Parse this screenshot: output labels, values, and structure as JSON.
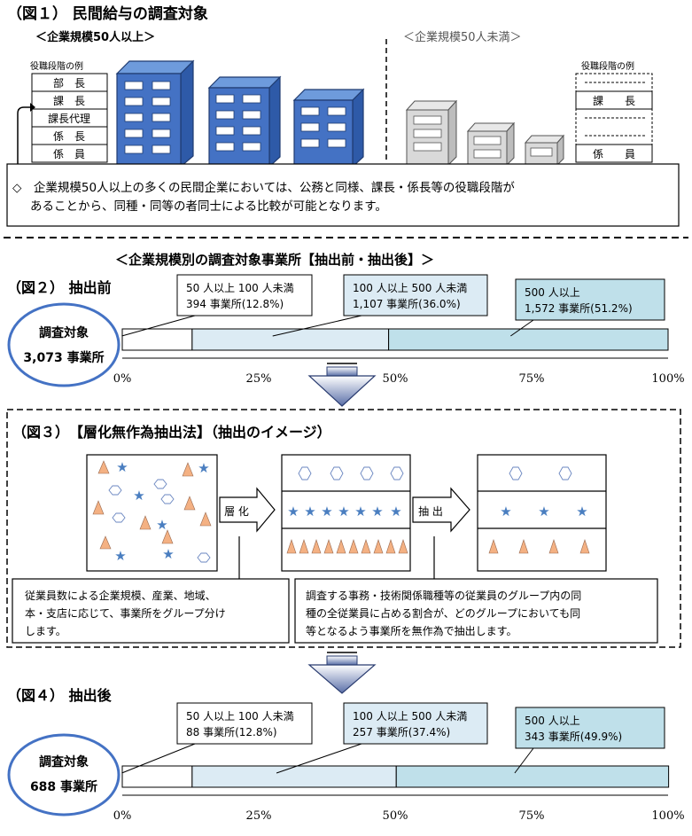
{
  "fig1": {
    "title": "（図１） 民間給与の調査対象",
    "left_heading": "＜企業規模50人以上＞",
    "right_heading": "＜企業規模50人未満＞",
    "rank_caption": "役職段階の例",
    "ranks_large": [
      "部　長",
      "課　長",
      "課長代理",
      "係　長",
      "係　員"
    ],
    "ranks_small": [
      "課　　長",
      "係　　員"
    ],
    "note_line1": "◇　企業規模50人以上の多くの民間企業においては、公務と同様、課長・係長等の役職段階が",
    "note_line2": "あることから、同種・同等の者同士による比較が可能となります。"
  },
  "section_title": "＜企業規模別の調査対象事業所【抽出前・抽出後】＞",
  "fig2": {
    "title": "（図２） 抽出前",
    "target_label": "調査対象",
    "target_count": "3,073 事業所"
  },
  "fig3": {
    "title": "（図３）　【層化無作為抽出法】（抽出のイメージ）",
    "arrow1": "層 化",
    "arrow2": "抽 出",
    "note_left": [
      "従業員数による企業規模、産業、地域、",
      "本・支店に応じて、事業所をグループ分け",
      "します。"
    ],
    "note_right": [
      "調査する事務・技術関係職種等の従業員のグループ内の同",
      "種の全従業員に占める割合が、どのグループにおいても同",
      "等となるよう事業所を無作為で抽出します。"
    ]
  },
  "fig4": {
    "title": "（図４） 抽出後",
    "target_label": "調査対象",
    "target_count": "688 事業所"
  },
  "axis_ticks": [
    "0%",
    "25%",
    "50%",
    "75%",
    "100%"
  ],
  "colors": {
    "building": "#4472c4",
    "light_bar": "#dcebf4",
    "mid_bar": "#bfe0ea",
    "ellipse": "#4472c4",
    "shape_orange": "#f4b183",
    "shape_blue": "#4a7ec0"
  },
  "chart_data": [
    {
      "type": "bar",
      "stacked": true,
      "orientation": "horizontal",
      "xlim": [
        0,
        100
      ],
      "ticks": [
        "0%",
        "25%",
        "50%",
        "75%",
        "100%"
      ],
      "series": [
        {
          "name": "50 人以上 100 人未満",
          "value": 12.8,
          "count_label": "394 事業所(12.8%)"
        },
        {
          "name": "100 人以上 500 人未満",
          "value": 36.0,
          "count_label": "1,107 事業所(36.0%)"
        },
        {
          "name": "500 人以上",
          "value": 51.2,
          "count_label": "1,572 事業所(51.2%)"
        }
      ]
    },
    {
      "type": "bar",
      "stacked": true,
      "orientation": "horizontal",
      "xlim": [
        0,
        100
      ],
      "ticks": [
        "0%",
        "25%",
        "50%",
        "75%",
        "100%"
      ],
      "series": [
        {
          "name": "50 人以上 100 人未満",
          "value": 12.8,
          "count_label": "88 事業所(12.8%)"
        },
        {
          "name": "100 人以上 500 人未満",
          "value": 37.4,
          "count_label": "257 事業所(37.4%)"
        },
        {
          "name": "500 人以上",
          "value": 49.9,
          "count_label": "343 事業所(49.9%)"
        }
      ]
    }
  ]
}
